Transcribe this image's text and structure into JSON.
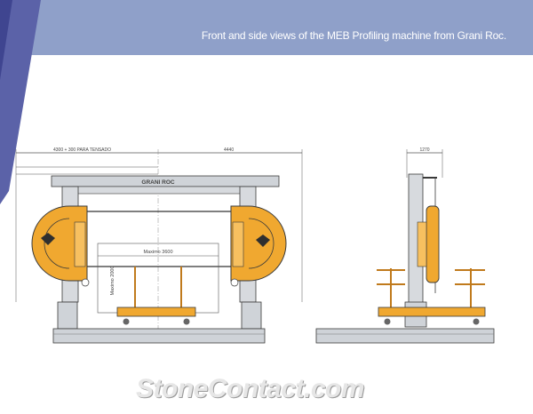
{
  "header": {
    "caption": "Front and side views of the MEB Profiling  machine from Grani Roc."
  },
  "drawing": {
    "front_view": {
      "top_dimension_left": "4300 + 300 PARA TENSADO",
      "top_dimension_right": "4440",
      "brand_label": "GRANI ROC",
      "max_width_label": "Maximo 3600",
      "max_height_label": "Maximo 2000"
    },
    "side_view": {
      "top_dimension": "1270"
    }
  },
  "watermark": "StoneContact.com",
  "colors": {
    "banner": "#8fa0c9",
    "accent": "#5b62a8",
    "machine_orange": "#f0a830",
    "frame_grey": "#cfd3d8",
    "outline": "#3a3a3a"
  }
}
